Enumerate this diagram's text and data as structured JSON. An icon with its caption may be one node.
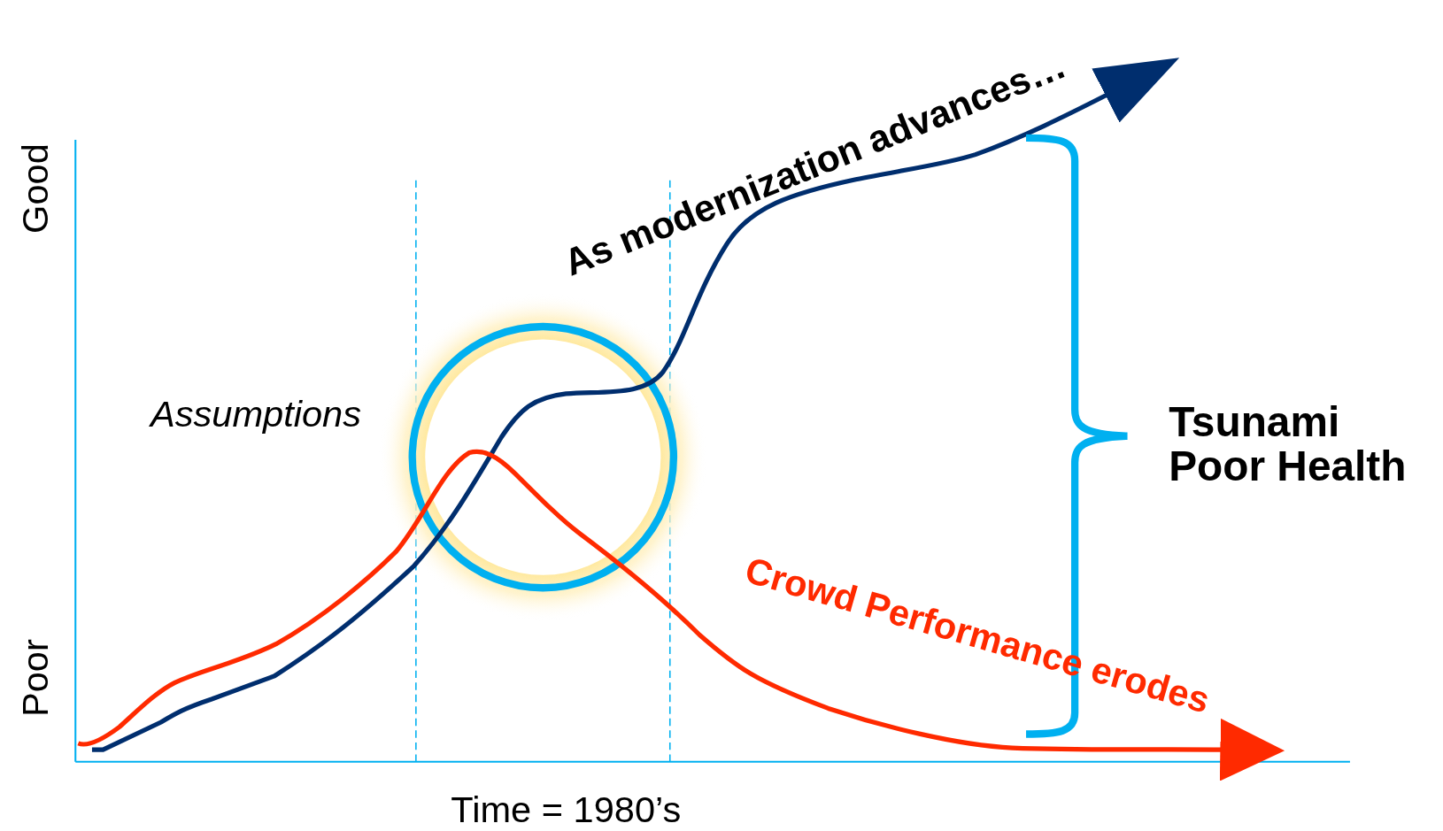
{
  "diagram": {
    "labels": [
      "Good",
      "Poor",
      "As modernization advances…",
      "Assumptions",
      "Tsunami Poor Health",
      "Crowd Performance erodes",
      "Time = 1980’s"
    ]
  }
}
